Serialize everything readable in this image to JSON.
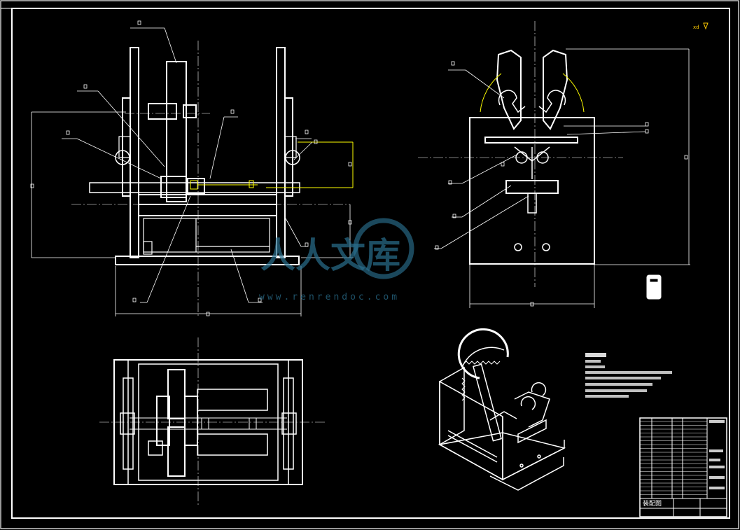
{
  "drawing": {
    "background": "#000000",
    "line_color": "#ffffff",
    "highlight_color": "#ffff00",
    "watermark_color": "#2a6f8e"
  },
  "watermark": {
    "text": "人人文库",
    "url": "www.renrendoc.com"
  },
  "title_block": {
    "drawing_name": "装配图"
  },
  "corner_mark": "xd"
}
